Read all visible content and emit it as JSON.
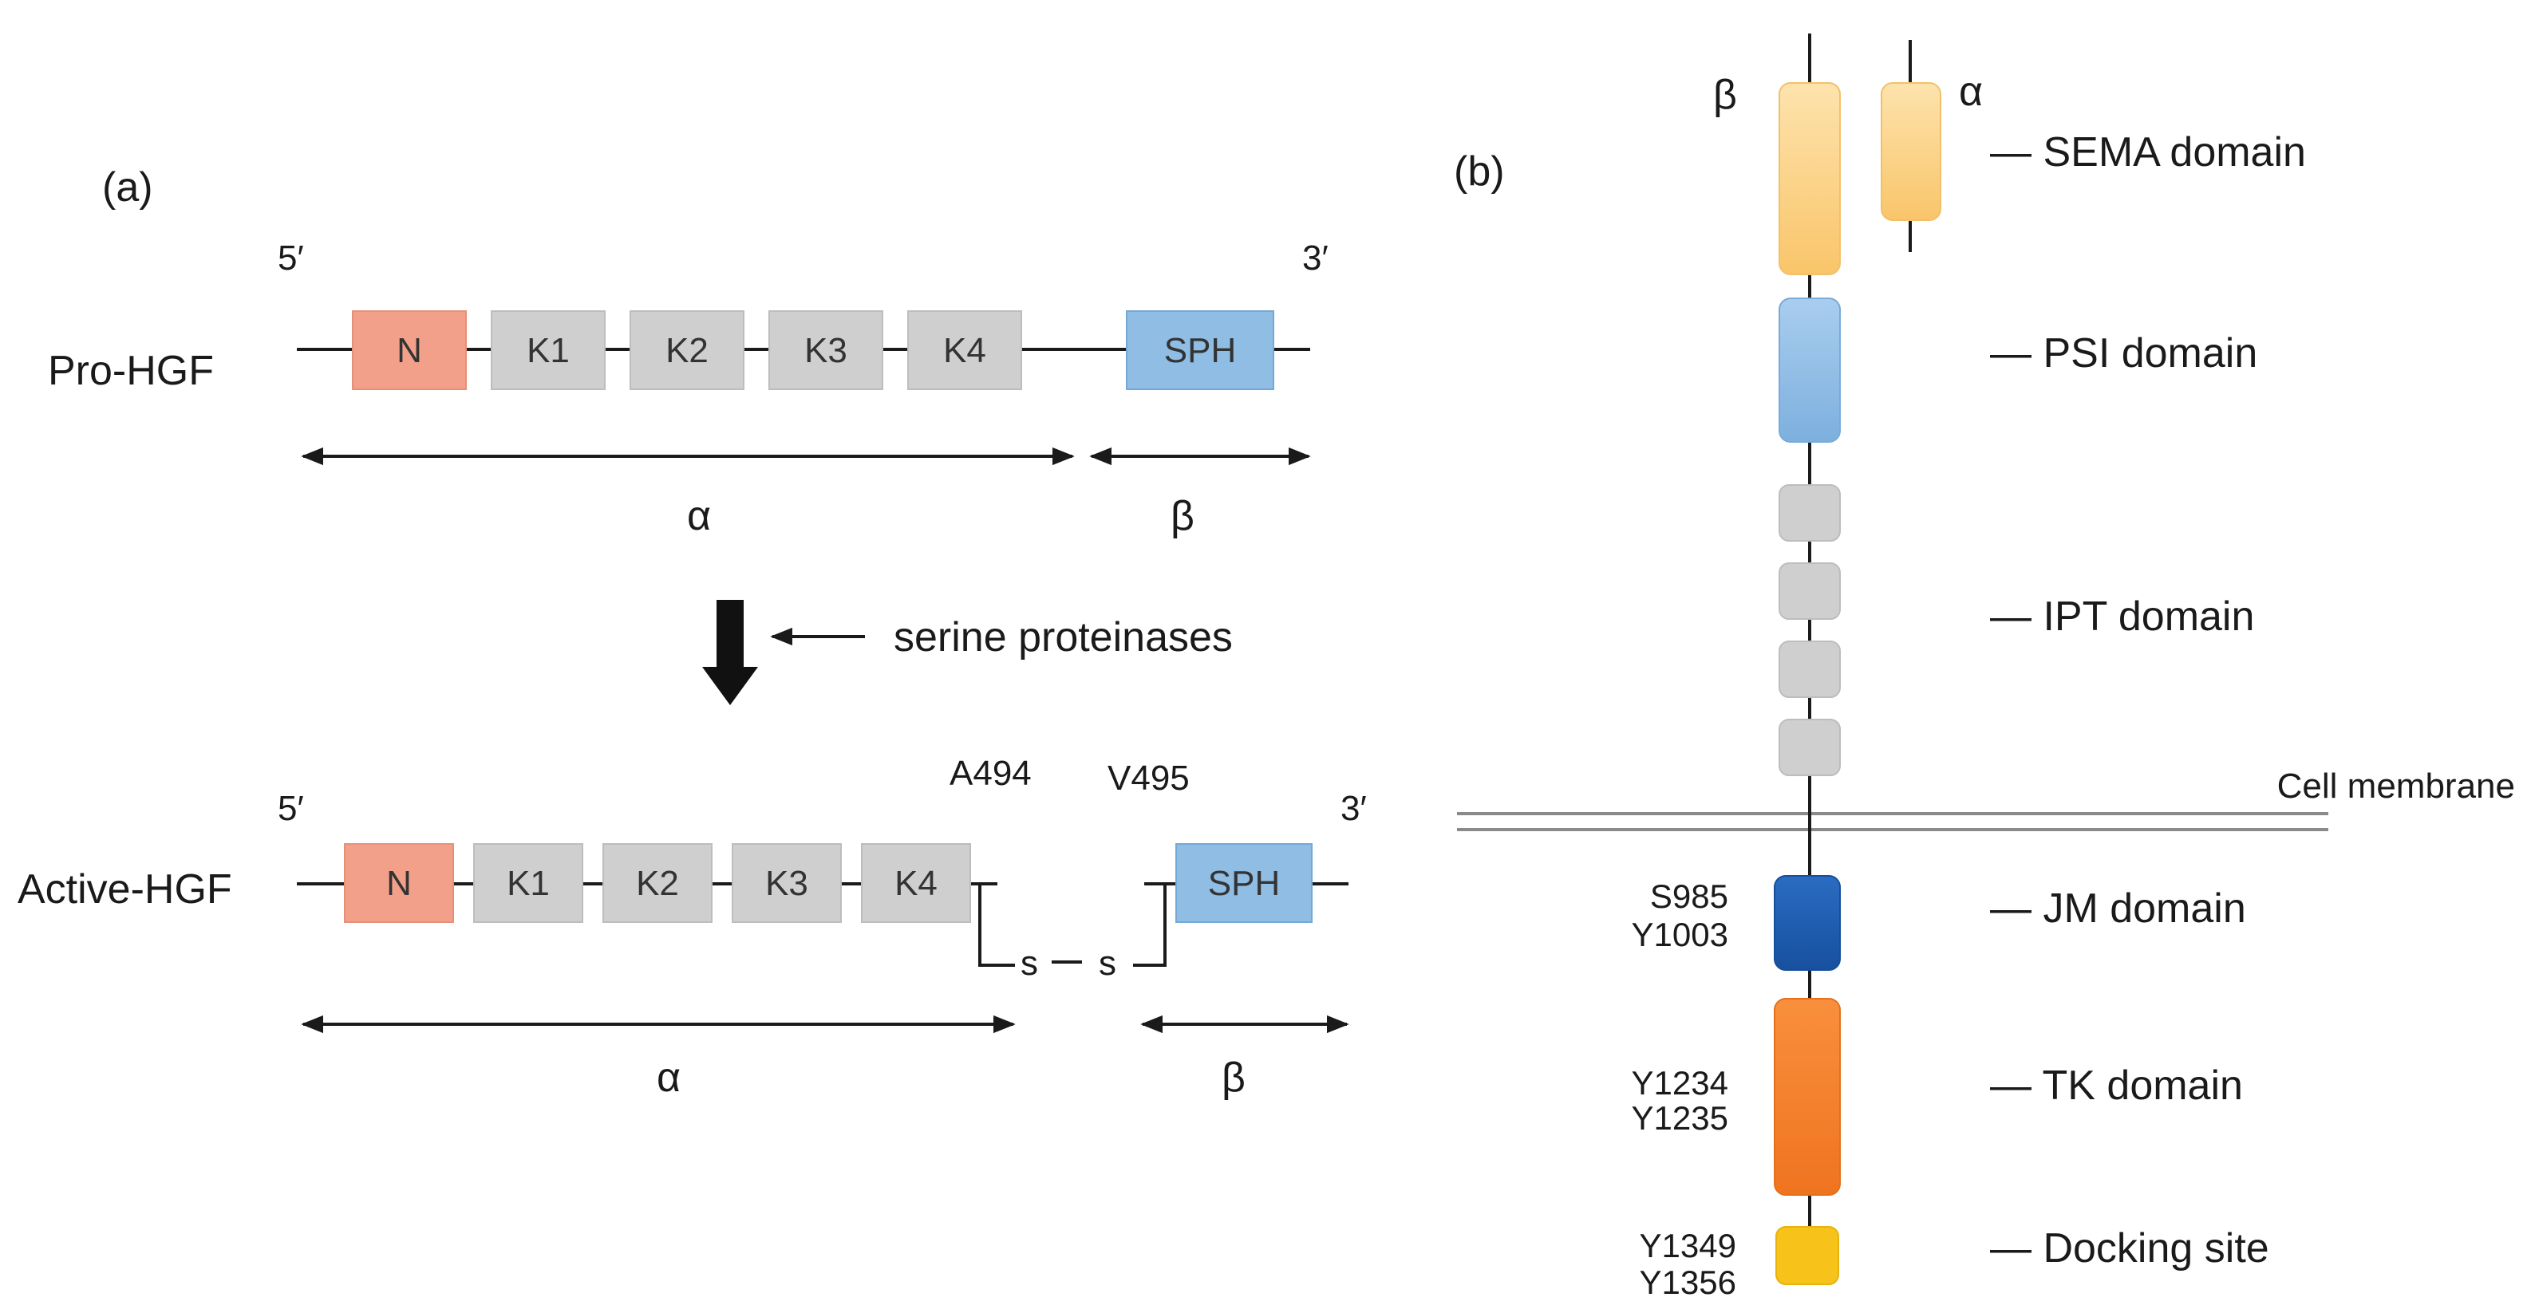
{
  "panel_a": {
    "label": "(a)",
    "pro": {
      "name": "Pro-HGF",
      "five_prime": "5′",
      "three_prime": "3′",
      "domains": [
        "N",
        "K1",
        "K2",
        "K3",
        "K4",
        "SPH"
      ],
      "alpha": "α",
      "beta": "β"
    },
    "arrow_label": "serine proteinases",
    "active": {
      "name": "Active-HGF",
      "five_prime": "5′",
      "three_prime": "3′",
      "domains": [
        "N",
        "K1",
        "K2",
        "K3",
        "K4",
        "SPH"
      ],
      "cleavage_left": "A494",
      "cleavage_right": "V495",
      "disulfide_left": "s",
      "disulfide_right": "s",
      "alpha": "α",
      "beta": "β"
    }
  },
  "panel_b": {
    "label": "(b)",
    "beta_chain": "β",
    "alpha_chain": "α",
    "cell_membrane": "Cell membrane",
    "domains": {
      "sema": "— SEMA domain",
      "psi": "— PSI domain",
      "ipt": "— IPT domain",
      "jm": "— JM domain",
      "tk": "— TK domain",
      "docking": "— Docking site"
    },
    "sites": {
      "jm_1": "S985",
      "jm_2": "Y1003",
      "tk_1": "Y1234",
      "tk_2": "Y1235",
      "dock_1": "Y1349",
      "dock_2": "Y1356"
    }
  },
  "colors": {
    "n_domain": "#f3a08a",
    "kringle": "#cfcfcf",
    "sph": "#8fbde4",
    "sema": "#fbd58a",
    "psi": "#8fbde4",
    "ipt": "#cfcfcf",
    "jm": "#1f5fb4",
    "tk": "#f5802b",
    "docking": "#f7c21a"
  }
}
